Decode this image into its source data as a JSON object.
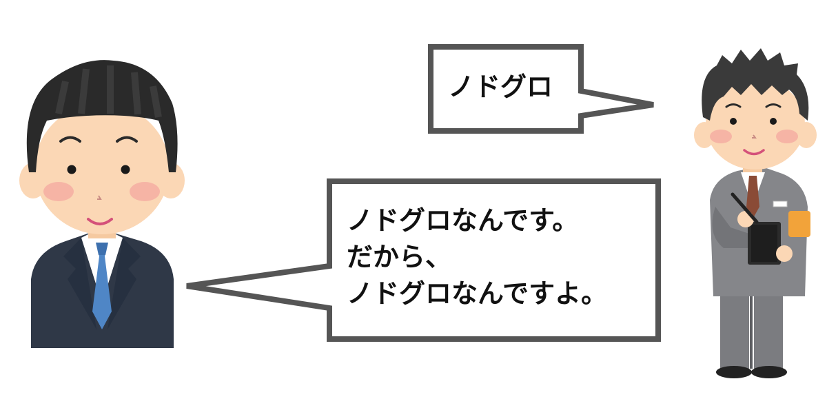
{
  "speech": {
    "short": "ノドグロ",
    "long_lines": [
      "ノドグロなんです。",
      "だから、",
      "ノドグロなんですよ。"
    ]
  },
  "colors": {
    "bubble_border": "#555555",
    "bubble_fill": "#ffffff",
    "hair": "#2a2a2a",
    "skin": "#fbd7b5",
    "cheek": "#f4a8a0",
    "suit_dark": "#2f3847",
    "suit_gray": "#7b7c80",
    "tie_blue": "#4f86c6",
    "tie_brown": "#8a4b36",
    "notebook": "#2b2b2b",
    "armband": "#f2a33a"
  }
}
